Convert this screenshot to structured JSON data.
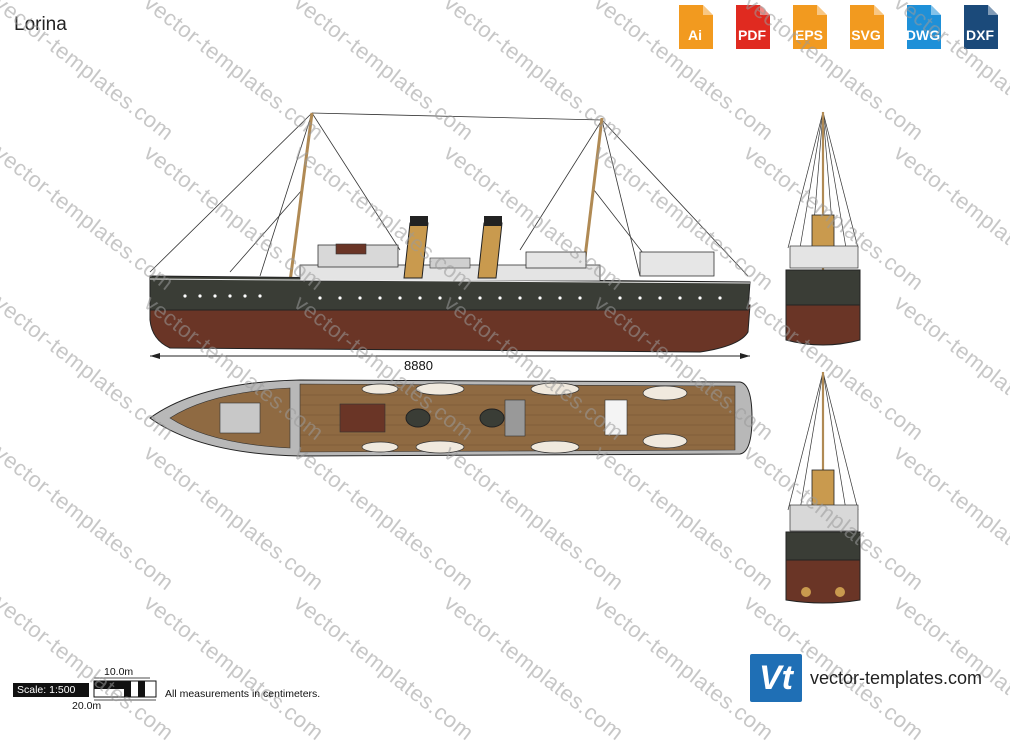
{
  "title": "Lorina",
  "formats": [
    {
      "label": "Ai",
      "color": "#f29a1f",
      "icon": "ai-file-icon"
    },
    {
      "label": "PDF",
      "color": "#e02a20",
      "icon": "pdf-file-icon"
    },
    {
      "label": "EPS",
      "color": "#f29a1f",
      "icon": "eps-file-icon"
    },
    {
      "label": "SVG",
      "color": "#f29a1f",
      "icon": "svg-file-icon"
    },
    {
      "label": "DWG",
      "color": "#1e90d8",
      "icon": "dwg-file-icon"
    },
    {
      "label": "DXF",
      "color": "#1b4a7a",
      "icon": "dxf-file-icon"
    }
  ],
  "watermark_text": "vector-templates.com",
  "dimension_label": "8880",
  "scale": {
    "label": "Scale: 1:500",
    "short": "10.0m",
    "long": "20.0m"
  },
  "measurement_note": "All measurements in centimeters.",
  "brand": {
    "logo_text": "Vt",
    "site": "vector-templates.com",
    "color": "#1f6fb5"
  },
  "colors": {
    "hull_upper": "#3a3d36",
    "hull_lower": "#6a3526",
    "deck_wood": "#8f6a42",
    "funnel": "#c99a4e"
  }
}
